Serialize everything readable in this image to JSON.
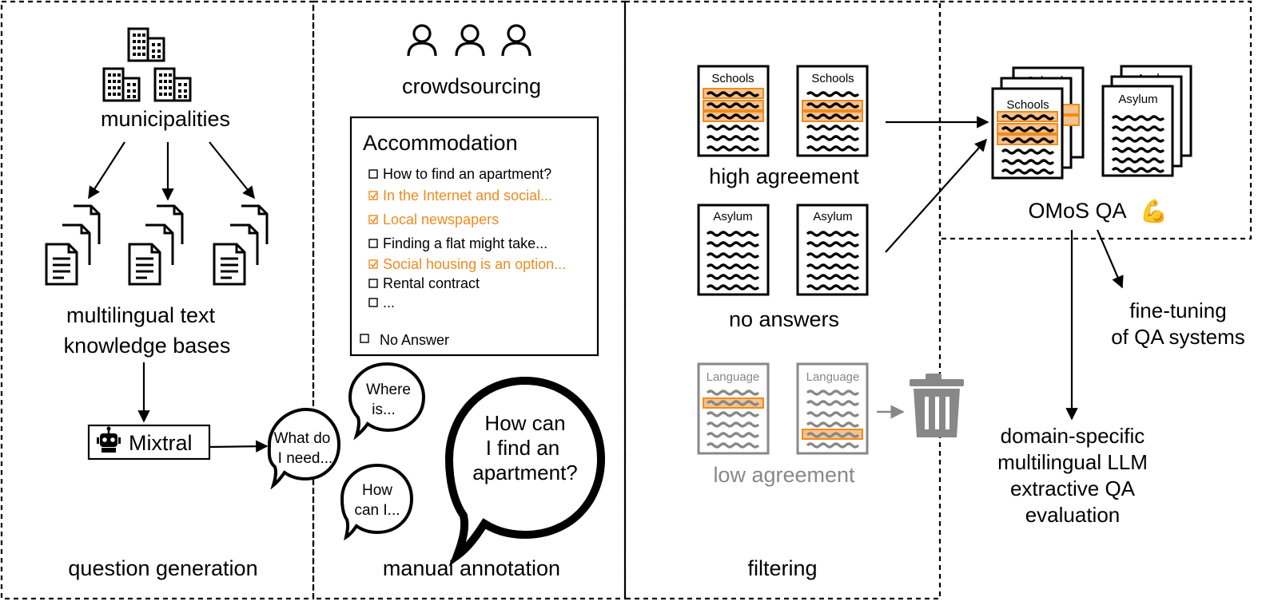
{
  "colors": {
    "highlight": "#EE8B21",
    "highlight_fill": "#F7C28C",
    "muted": "#888888",
    "stroke": "#000000"
  },
  "sections": {
    "question_generation": {
      "label": "question generation",
      "source_label": "municipalities",
      "kb_label_line1": "multilingual text",
      "kb_label_line2": "knowledge bases",
      "model_label": "Mixtral",
      "generated_bubble_line1": "What do",
      "generated_bubble_line2": "I need..."
    },
    "manual_annotation": {
      "label": "manual annotation",
      "crowd_label": "crowdsourcing",
      "task_card": {
        "title": "Accommodation",
        "options": [
          {
            "text": "How to find an apartment?",
            "checked": false
          },
          {
            "text": "In the Internet and social...",
            "checked": true
          },
          {
            "text": "Local newspapers",
            "checked": true
          },
          {
            "text": "Finding a flat might take...",
            "checked": false
          },
          {
            "text": "Social housing is an option...",
            "checked": true
          },
          {
            "text": "Rental contract",
            "checked": false
          },
          {
            "text": "...",
            "checked": false
          }
        ],
        "no_answer": "No Answer"
      },
      "bubble_where_line1": "Where",
      "bubble_where_line2": "is...",
      "bubble_how_line1": "How",
      "bubble_how_line2": "can I...",
      "bubble_big_line1": "How can",
      "bubble_big_line2": "I find an",
      "bubble_big_line3": "apartment?"
    },
    "filtering": {
      "label": "filtering",
      "high_agreement": {
        "label": "high agreement",
        "doc_title": "Schools"
      },
      "no_answers": {
        "label": "no answers",
        "doc_title": "Asylum"
      },
      "low_agreement": {
        "label": "low agreement",
        "doc_title": "Language"
      }
    },
    "dataset": {
      "name": "OMoS QA",
      "emoji": "💪",
      "stack_schools_title": "Schools",
      "stack_asylum_title": "Asylum"
    },
    "uses": {
      "finetune_line1": "fine-tuning",
      "finetune_line2": "of QA systems",
      "eval_line1": "domain-specific",
      "eval_line2": "multilingual LLM",
      "eval_line3": "extractive QA",
      "eval_line4": "evaluation"
    }
  }
}
